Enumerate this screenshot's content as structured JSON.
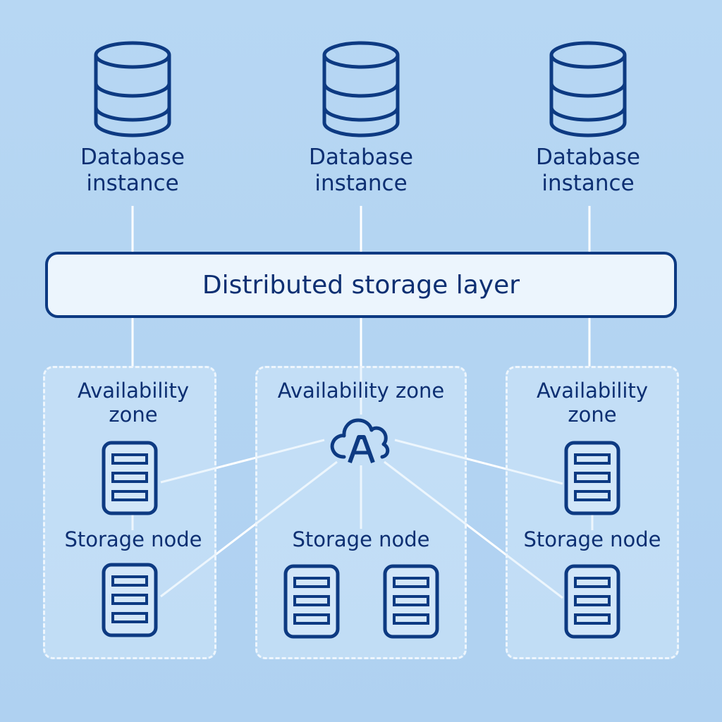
{
  "diagram": {
    "database_instances": [
      {
        "label_line1": "Database",
        "label_line2": "instance",
        "icon": "database-cylinder-icon"
      },
      {
        "label_line1": "Database",
        "label_line2": "instance",
        "icon": "database-cylinder-icon"
      },
      {
        "label_line1": "Database",
        "label_line2": "instance",
        "icon": "database-cylinder-icon"
      }
    ],
    "storage_layer": {
      "label": "Distributed storage layer"
    },
    "zones": [
      {
        "label_line1": "Availability",
        "label_line2": "zone",
        "node_label": "Storage node",
        "node_count": 2
      },
      {
        "label": "Availability zone",
        "node_label": "Storage node",
        "node_count": 2,
        "center_icon": "cloud-a-icon",
        "center_icon_letter": "A"
      },
      {
        "label_line1": "Availability",
        "label_line2": "zone",
        "node_label": "Storage node",
        "node_count": 2
      }
    ],
    "colors": {
      "background": "#b5d5f2",
      "stroke": "#0d3a82",
      "text": "#0d2f72",
      "connector": "#ffffff",
      "layer_fill": "#ecf5fd"
    }
  }
}
